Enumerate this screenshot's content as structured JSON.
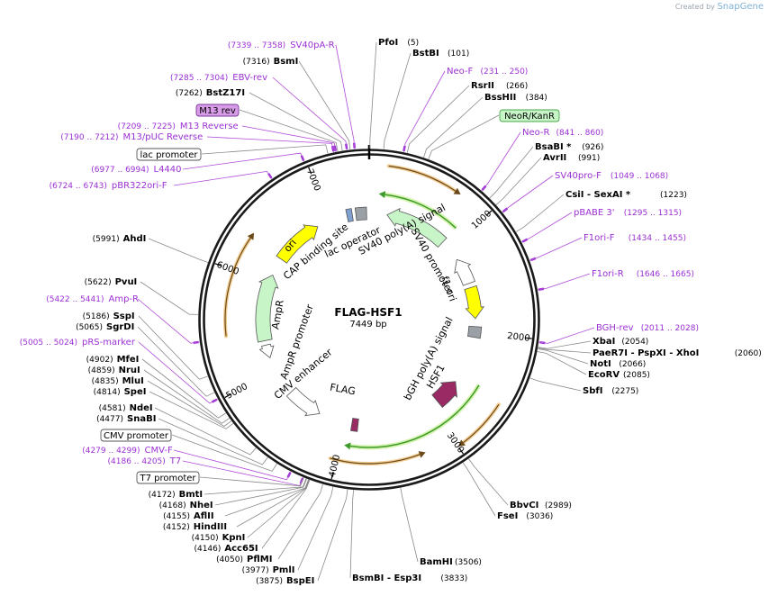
{
  "credit": {
    "prefix": "Created by",
    "brand": "SnapGene"
  },
  "plasmid": {
    "name": "FLAG-HSF1",
    "size": "7449 bp",
    "length": 7449
  },
  "ticks": [
    {
      "pos": 1000,
      "label": "1000"
    },
    {
      "pos": 2000,
      "label": "2000"
    },
    {
      "pos": 3000,
      "label": "3000"
    },
    {
      "pos": 4000,
      "label": "4000"
    },
    {
      "pos": 5000,
      "label": "5000"
    },
    {
      "pos": 6000,
      "label": "6000"
    },
    {
      "pos": 7000,
      "label": "7000"
    }
  ],
  "sites_right": [
    {
      "name": "PfoI",
      "coord": "(5)",
      "pos": 5
    },
    {
      "name": "BstBI",
      "coord": "(101)",
      "pos": 101
    },
    {
      "name": "RsrII",
      "coord": "(266)",
      "pos": 266
    },
    {
      "name": "BssHII",
      "coord": "(384)",
      "pos": 384
    },
    {
      "name": "BsaBI *",
      "coord": "(926)",
      "pos": 926
    },
    {
      "name": "AvrII",
      "coord": "(991)",
      "pos": 991
    },
    {
      "name": "CsiI  - SexAI *",
      "coord": "(1223)",
      "pos": 1223
    },
    {
      "name": "XbaI",
      "coord": "(2054)",
      "pos": 2054
    },
    {
      "name": "PaeR7I  - PspXI  - XhoI",
      "coord": "(2060)",
      "pos": 2060
    },
    {
      "name": "NotI",
      "coord": "(2066)",
      "pos": 2066
    },
    {
      "name": "EcoRV",
      "coord": "(2085)",
      "pos": 2085
    },
    {
      "name": "SbfI",
      "coord": "(2275)",
      "pos": 2275
    },
    {
      "name": "BbvCI",
      "coord": "(2989)",
      "pos": 2989
    },
    {
      "name": "FseI",
      "coord": "(3036)",
      "pos": 3036
    },
    {
      "name": "BamHI",
      "coord": "(3506)",
      "pos": 3506
    },
    {
      "name": "BsmBI  - Esp3I",
      "coord": "(3833)",
      "pos": 3833
    }
  ],
  "sites_left": [
    {
      "name": "BsmI",
      "coord": "(7316)",
      "pos": 7316
    },
    {
      "name": "BstZ17I",
      "coord": "(7262)",
      "pos": 7262
    },
    {
      "name": "AhdI",
      "coord": "(5991)",
      "pos": 5991
    },
    {
      "name": "PvuI",
      "coord": "(5622)",
      "pos": 5622
    },
    {
      "name": "SspI",
      "coord": "(5186)",
      "pos": 5186
    },
    {
      "name": "SgrDI",
      "coord": "(5065)",
      "pos": 5065
    },
    {
      "name": "MfeI",
      "coord": "(4902)",
      "pos": 4902
    },
    {
      "name": "NruI",
      "coord": "(4859)",
      "pos": 4859
    },
    {
      "name": "MluI",
      "coord": "(4835)",
      "pos": 4835
    },
    {
      "name": "SpeI",
      "coord": "(4814)",
      "pos": 4814
    },
    {
      "name": "NdeI",
      "coord": "(4581)",
      "pos": 4581
    },
    {
      "name": "SnaBI",
      "coord": "(4477)",
      "pos": 4477
    },
    {
      "name": "BmtI",
      "coord": "(4172)",
      "pos": 4172
    },
    {
      "name": "NheI",
      "coord": "(4168)",
      "pos": 4168
    },
    {
      "name": "AflII",
      "coord": "(4155)",
      "pos": 4155
    },
    {
      "name": "HindIII",
      "coord": "(4152)",
      "pos": 4152
    },
    {
      "name": "KpnI",
      "coord": "(4150)",
      "pos": 4150
    },
    {
      "name": "Acc65I",
      "coord": "(4146)",
      "pos": 4146
    },
    {
      "name": "PflMI",
      "coord": "(4050)",
      "pos": 4050
    },
    {
      "name": "PmlI",
      "coord": "(3977)",
      "pos": 3977
    },
    {
      "name": "BspEI",
      "coord": "(3875)",
      "pos": 3875
    }
  ],
  "primers_right": [
    {
      "name": "Neo-F",
      "coord": "(231 .. 250)",
      "pos": 240
    },
    {
      "name": "Neo-R",
      "coord": "(841 .. 860)",
      "pos": 850
    },
    {
      "name": "SV40pro-F",
      "coord": "(1049 .. 1068)",
      "pos": 1058
    },
    {
      "name": "pBABE 3'",
      "coord": "(1295 .. 1315)",
      "pos": 1305
    },
    {
      "name": "F1ori-F",
      "coord": "(1434 .. 1455)",
      "pos": 1444
    },
    {
      "name": "F1ori-R",
      "coord": "(1646 .. 1665)",
      "pos": 1655
    },
    {
      "name": "BGH-rev",
      "coord": "(2011 .. 2028)",
      "pos": 2019
    }
  ],
  "primers_left": [
    {
      "name": "SV40pA-R",
      "coord": "(7339 .. 7358)",
      "pos": 7348
    },
    {
      "name": "EBV-rev",
      "coord": "(7285 .. 7304)",
      "pos": 7294
    },
    {
      "name": "M13 Reverse",
      "coord": "(7209 .. 7225)",
      "pos": 7217
    },
    {
      "name": "M13/pUC Reverse",
      "coord": "(7190 .. 7212)",
      "pos": 7201
    },
    {
      "name": "L4440",
      "coord": "(6977 .. 6994)",
      "pos": 6985
    },
    {
      "name": "pBR322ori-F",
      "coord": "(6724 .. 6743)",
      "pos": 6733
    },
    {
      "name": "Amp-R",
      "coord": "(5422 .. 5441)",
      "pos": 5431
    },
    {
      "name": "pRS-marker",
      "coord": "(5005 .. 5024)",
      "pos": 5014
    },
    {
      "name": "CMV-F",
      "coord": "(4279 .. 4299)",
      "pos": 4289
    },
    {
      "name": "T7",
      "coord": "(4186 .. 4205)",
      "pos": 4195
    }
  ],
  "boxed_labels": [
    {
      "name": "NeoR/KanR",
      "style": "green",
      "pos": 420
    },
    {
      "name": "M13 rev",
      "style": "purple",
      "pos": 7230
    },
    {
      "name": "lac promoter",
      "style": "white",
      "pos": 7160
    },
    {
      "name": "CMV promoter",
      "style": "white",
      "pos": 4400
    },
    {
      "name": "T7 promoter",
      "style": "white",
      "pos": 4190
    }
  ],
  "inner_labels": [
    {
      "text": "SV40 poly(A) signal"
    },
    {
      "text": "SV40 promoter"
    },
    {
      "text": "f1 ori"
    },
    {
      "text": "bGH poly(A) signal"
    },
    {
      "text": "HSF1"
    },
    {
      "text": "FLAG"
    },
    {
      "text": "CMV enhancer"
    },
    {
      "text": "AmpR promoter"
    },
    {
      "text": "AmpR"
    },
    {
      "text": "ori"
    },
    {
      "text": "CAP binding site"
    },
    {
      "text": "lac operator"
    }
  ],
  "colors": {
    "backbone": "#1a1a1a",
    "primer": "#9b30d4",
    "orf_orange": "#e8a43a",
    "orf_green": "#3e9a2a",
    "feature_green": "#c8f5c8",
    "feature_yellow": "#ffff00",
    "feature_purple": "#9a2a63",
    "feature_gray": "#9aa0a6",
    "m13_purple": "#d79be8",
    "neor_green": "#c8f5c8"
  }
}
